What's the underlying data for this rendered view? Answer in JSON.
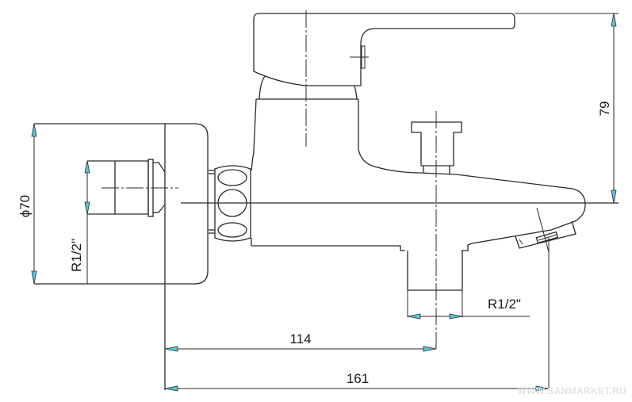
{
  "drawing": {
    "subject": "Bath/shower single-lever mixer tap, side view technical drawing",
    "dimensions": {
      "body_diameter": "ϕ70",
      "inlet_thread_left": "R1/2\"",
      "height": "79",
      "outlet_thread": "R1/2\"",
      "center_to_outlet": "114",
      "overall_length": "161"
    },
    "watermark": "WWW.SANMARKET.RU",
    "colors": {
      "line": "#2a2a2a",
      "arrowhead": "#5ec3d6",
      "watermark": "#e4e4e4"
    }
  }
}
